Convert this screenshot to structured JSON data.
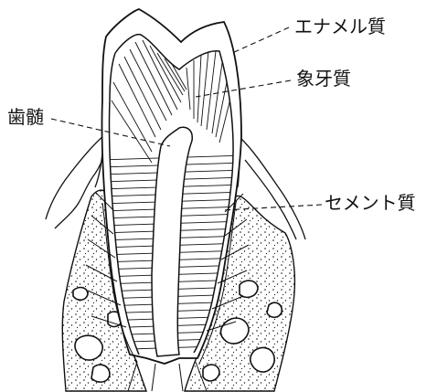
{
  "labels": {
    "enamel": "エナメル質",
    "dentin": "象牙質",
    "pulp": "歯髄",
    "cementum": "セメント質"
  },
  "colors": {
    "ink": "#111111",
    "background": "#ffffff"
  }
}
